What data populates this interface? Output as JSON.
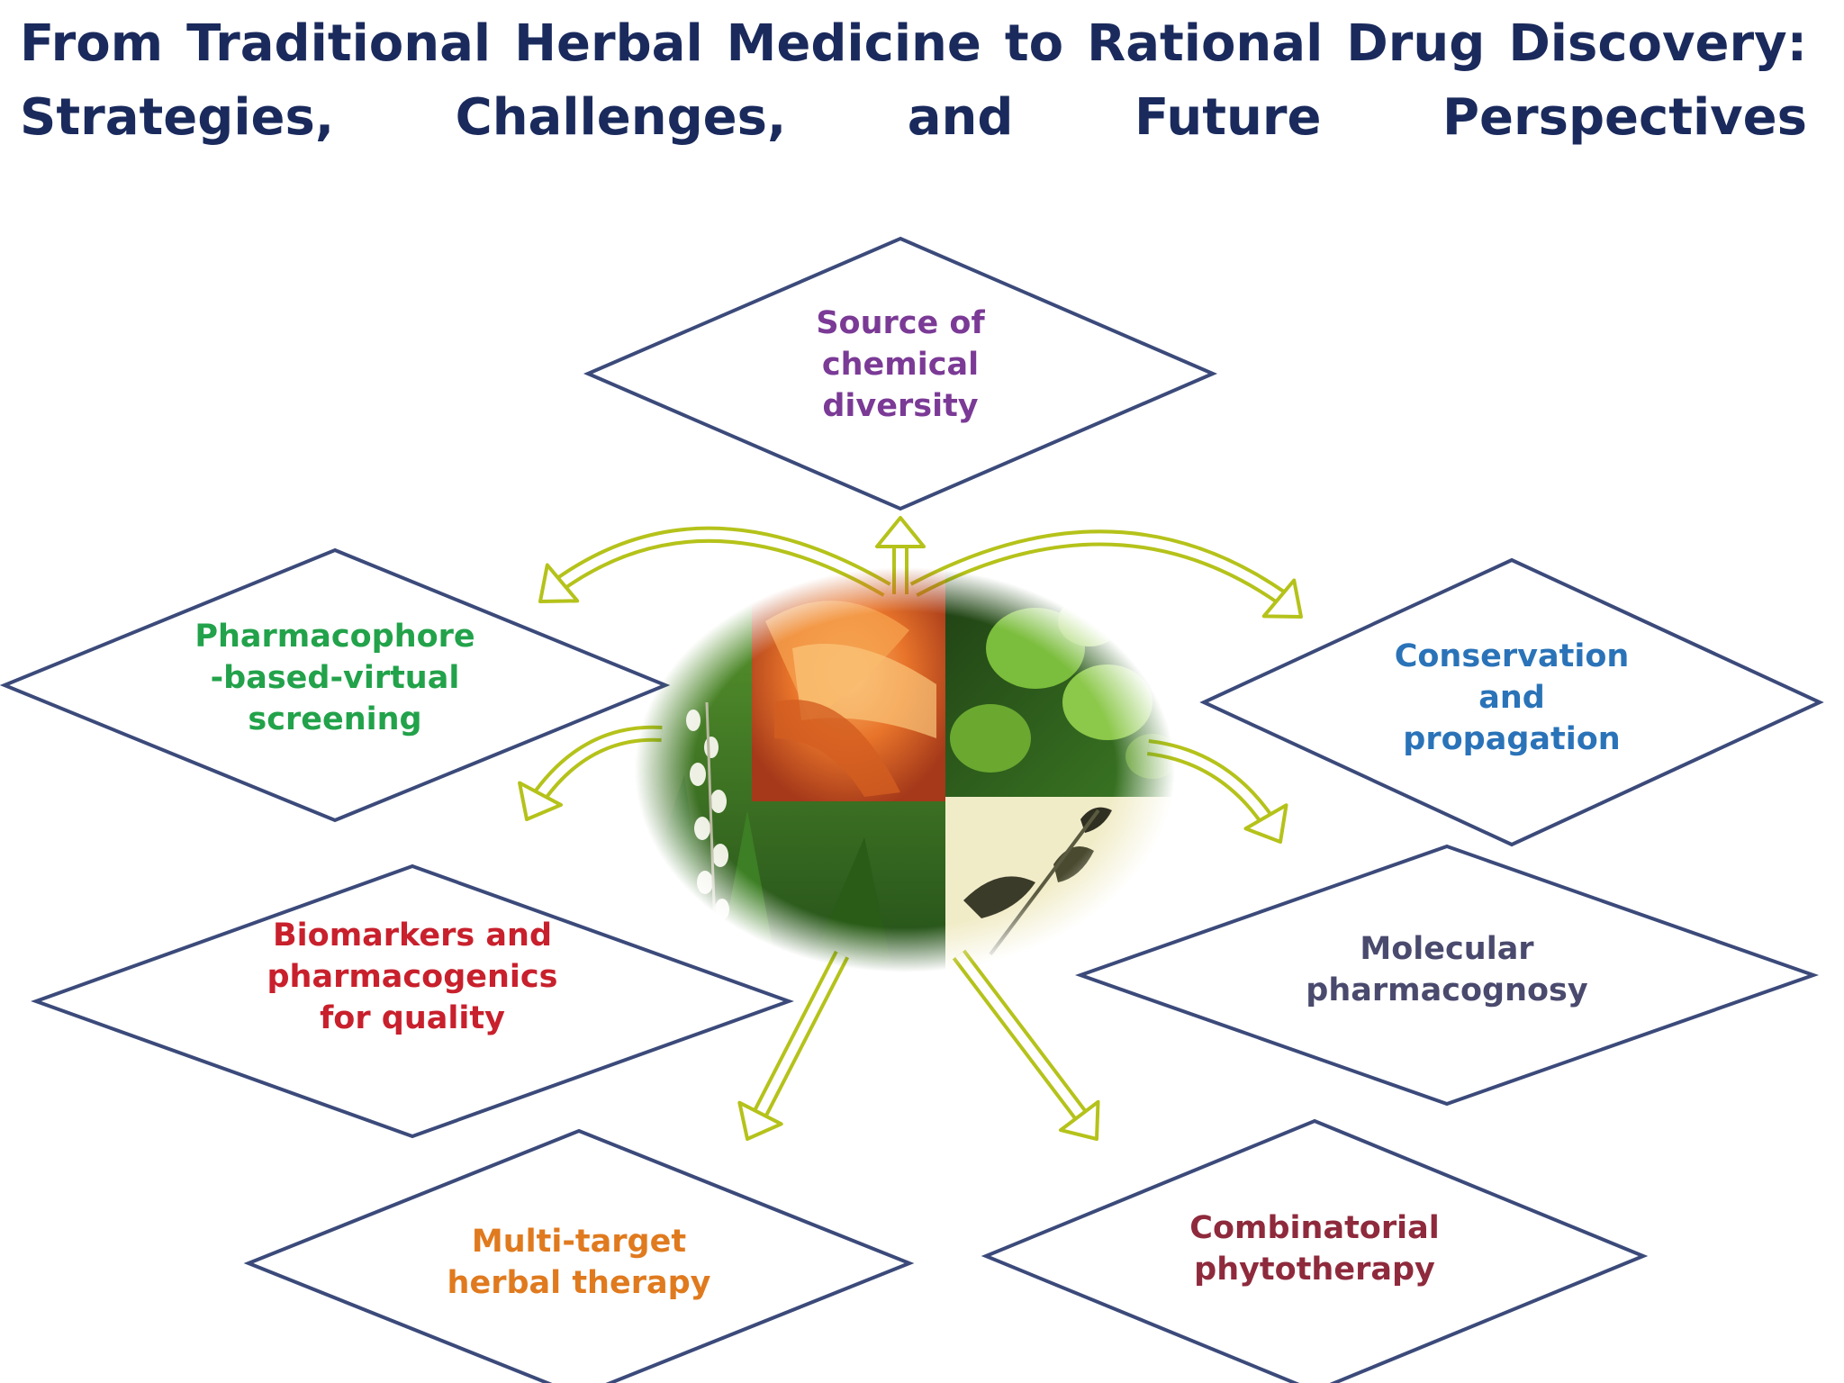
{
  "title": {
    "line1": "From Traditional Herbal Medicine to Rational Drug Discovery:",
    "line2": "Strategies, Challenges, and Future Perspectives"
  },
  "nodes": [
    {
      "id": "source",
      "lines": [
        "Source of",
        "chemical",
        "diversity"
      ],
      "color": "#7b3a96"
    },
    {
      "id": "pharmacophore",
      "lines": [
        "Pharmacophore",
        "-based-virtual",
        "screening"
      ],
      "color": "#22a24a"
    },
    {
      "id": "conservation",
      "lines": [
        "Conservation",
        "and",
        "propagation"
      ],
      "color": "#2a73b8"
    },
    {
      "id": "biomarkers",
      "lines": [
        "Biomarkers and",
        "pharmacogenics",
        "for quality"
      ],
      "color": "#c8202c"
    },
    {
      "id": "molecular",
      "lines": [
        "Molecular",
        "pharmacognosy"
      ],
      "color": "#4a4a6e"
    },
    {
      "id": "multitarget",
      "lines": [
        "Multi-target",
        "herbal therapy"
      ],
      "color": "#e07a1e"
    },
    {
      "id": "combinatorial",
      "lines": [
        "Combinatorial",
        "phytotherapy"
      ],
      "color": "#8e2a3c"
    }
  ],
  "colors": {
    "title": "#1a2a5c",
    "diamond_stroke": "#3b4a7a",
    "arrow_stroke": "#b5c21a",
    "plant_orange": "#e8742a",
    "plant_green": "#3f7a22",
    "plant_light": "#f1ecc8"
  },
  "center_icon": "medicinal-plants-collage"
}
